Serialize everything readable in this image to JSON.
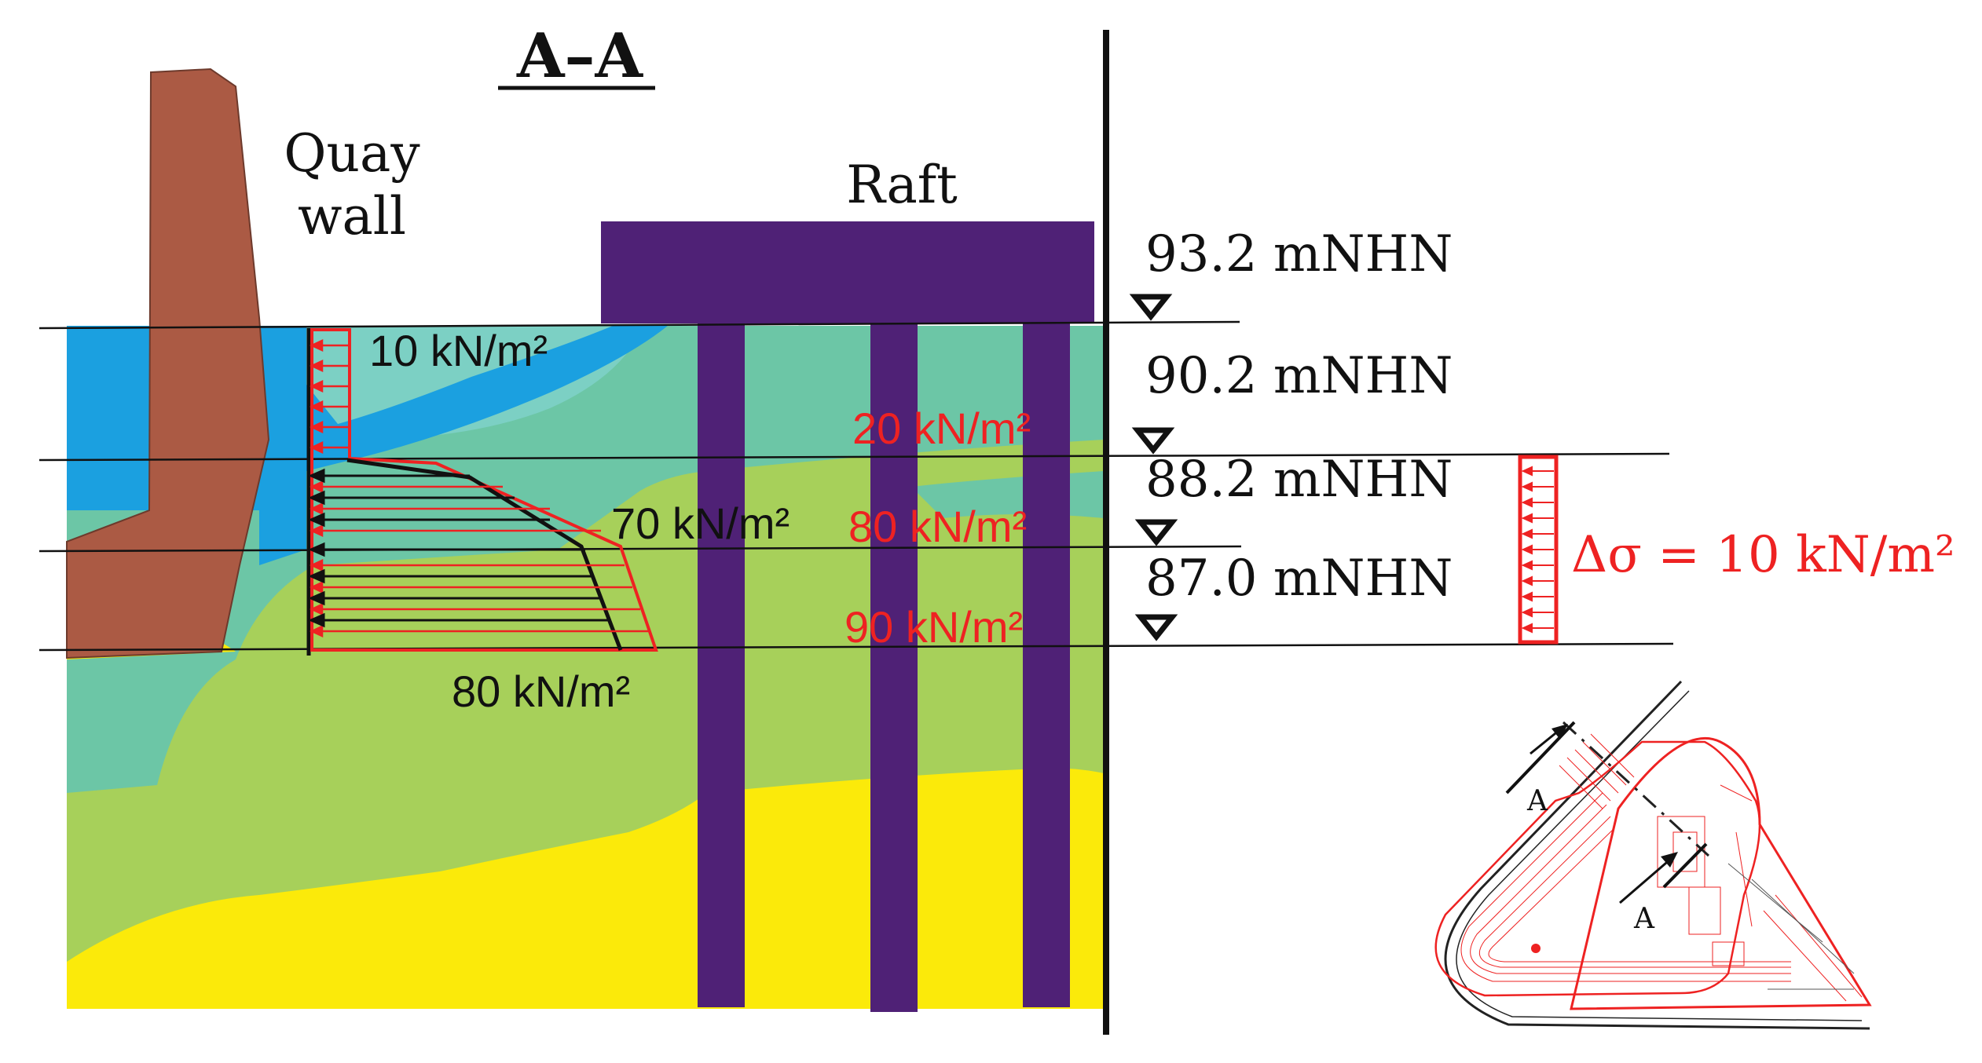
{
  "section_title": "A–A",
  "labels": {
    "quay_line1": "Quay",
    "quay_line2": "wall",
    "raft": "Raft"
  },
  "levels": [
    {
      "value": "93.2 mNHN"
    },
    {
      "value": "90.2 mNHN"
    },
    {
      "value": "88.2 mNHN"
    },
    {
      "value": "87.0 mNHN"
    }
  ],
  "pressure_labels_black": [
    "10 kN/m²",
    "70 kN/m²",
    "80 kN/m²"
  ],
  "pressure_labels_red": [
    "20 kN/m²",
    "80 kN/m²",
    "90 kN/m²"
  ],
  "delta_sigma": "Δσ = 10 kN/m²",
  "key_plan": {
    "section_marker_1": "A",
    "section_marker_2": "A"
  },
  "colors": {
    "quay_wall": "#ab5a44",
    "raft_piles": "#4f2176",
    "water": "#1ba0e0",
    "soil_teal": "#6cc6a6",
    "soil_green": "#a7d05a",
    "soil_yellow": "#fbea0a",
    "load_red": "#ee2222"
  }
}
